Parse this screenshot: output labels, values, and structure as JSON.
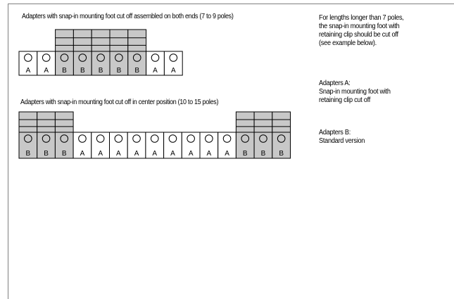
{
  "section1": {
    "heading": "Adapters with snap-in mounting foot cut off assembled on both ends (7 to 9 poles)",
    "cells": [
      "A",
      "A",
      "B",
      "B",
      "B",
      "B",
      "B",
      "A",
      "A"
    ]
  },
  "section2": {
    "heading": "Adapters with snap-in mounting foot cut off in center position (10 to 15 poles)",
    "cells": [
      "B",
      "B",
      "B",
      "A",
      "A",
      "A",
      "A",
      "A",
      "A",
      "A",
      "A",
      "A",
      "B",
      "B",
      "B"
    ]
  },
  "notes": {
    "length": [
      "For lengths longer than 7 poles,",
      "the snap-in mounting foot with",
      "retaining clip should be cut off",
      "(see example below)."
    ],
    "adapters_a": [
      "Adapters A:",
      "Snap-in mounting foot with",
      "retaining clip cut off"
    ],
    "adapters_b": [
      "Adapters B:",
      "Standard version"
    ]
  },
  "colors": {
    "shaded": "#c8c8c8",
    "plain": "#ffffff",
    "stroke": "#000000",
    "frame": "#7f7f7f"
  }
}
